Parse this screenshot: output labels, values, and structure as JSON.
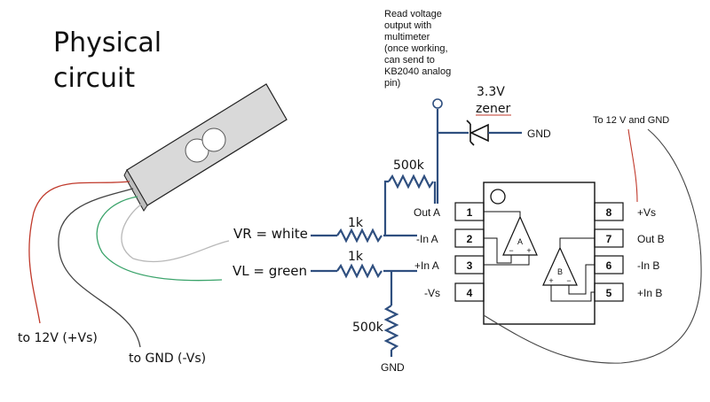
{
  "title": {
    "line1": "Physical",
    "line2": "circuit"
  },
  "readout_note": [
    "Read voltage",
    "output with",
    "multimeter",
    "(once working,",
    "can send to",
    "KB2040 analog",
    "pin)"
  ],
  "zener": {
    "value": "3.3V",
    "name": "zener",
    "gnd": "GND"
  },
  "to_supply": "To 12 V and GND",
  "resistors": {
    "feedback": "500k",
    "input_a": "1k",
    "input_b": "1k",
    "ground": "500k"
  },
  "signals": {
    "vr": "VR = white",
    "vl": "VL = green"
  },
  "ground_label": "GND",
  "wire_labels": {
    "red": "to 12V (+Vs)",
    "black": "to GND (-Vs)"
  },
  "chip": {
    "pins_left": [
      {
        "num": "1",
        "label": "Out A"
      },
      {
        "num": "2",
        "label": "-In A"
      },
      {
        "num": "3",
        "label": "+In A"
      },
      {
        "num": "4",
        "label": "-Vs"
      }
    ],
    "pins_right": [
      {
        "num": "8",
        "label": "+Vs"
      },
      {
        "num": "7",
        "label": "Out B"
      },
      {
        "num": "6",
        "label": "-In B"
      },
      {
        "num": "5",
        "label": "+In B"
      }
    ],
    "amp_a": "A",
    "amp_b": "B",
    "sign_minus": "−",
    "sign_plus": "+"
  },
  "colors": {
    "wire": "#2f4f7f",
    "red_lead": "#c0392b",
    "green_lead": "#3aa36a",
    "white_lead": "#b8b8b8",
    "black_lead": "#444444",
    "sensor": "#d9d9d9"
  }
}
